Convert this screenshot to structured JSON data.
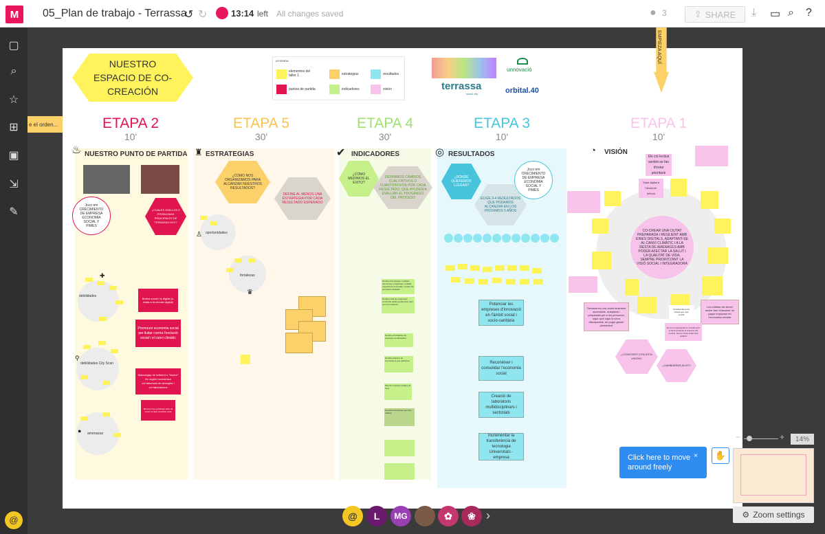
{
  "app": {
    "logo": "M",
    "board_title": "05_Plan de trabajo - Terrassa",
    "timer_time": "13:14",
    "timer_left": "left",
    "saved_status": "All changes saved",
    "users_count": "3",
    "share_label": "SHARE"
  },
  "board": {
    "title": "NUESTRO ESPACIO DE CO-CREACIÓN",
    "legend": {
      "title": "LEYENDA",
      "items": [
        "elementos del taller 1",
        "estrategias",
        "resultados",
        "puntos de partida",
        "indicadores",
        "visión"
      ]
    },
    "logos": {
      "terrassa": "terrassa",
      "terrassa_sub": "smart city",
      "unnovacio": "unnovació",
      "orbital": "orbital.40"
    },
    "arrow_label": "e el orden...",
    "empieza": "EMPIEZA AQUÍ",
    "stages": [
      {
        "name": "ETAPA 2",
        "time": "10'",
        "section": "NUESTRO PUNTO DE PARTIDA"
      },
      {
        "name": "ETAPA 5",
        "time": "30'",
        "section": "ESTRATEGIAS"
      },
      {
        "name": "ETAPA 4",
        "time": "30'",
        "section": "INDICADORES"
      },
      {
        "name": "ETAPA 3",
        "time": "10'",
        "section": "RESULTADOS"
      },
      {
        "name": "ETAPA 1",
        "time": "10'",
        "section": "VISIÓN"
      }
    ],
    "etapa2": {
      "circle_note": "Joco em CRECIMIENTO DE EMPRESA ECONOMÍA SOCIAL Y PIMES",
      "hex_question": "¿CUÁLES SON LOS 3 PROBLEMAS PRINCIPALES DE TERRASSA HOY?",
      "gear_labels": [
        "debilidades",
        "debilidades City Scan",
        "amenazas"
      ],
      "red_notes": [
        "Bretxa social i la digital (e-mails a la circular digital)",
        "Promoure economia social per lluitar contra l'exclusió social i el canvi climàtic",
        "Manca/gap de referent o \"tractor\" fer regió/r econòmica col·laboració de sinergies i col·laboracions",
        "Manca d'una estratègia clara de suport al teixit productiu local"
      ]
    },
    "etapa5": {
      "hex_question": "¿CÓMO NOS ORGANIZAMOS PARA ALCANZAR NUESTROS RESULTADOS?",
      "hex_define": "DEFINE AL MENOS UNA ESTRATEGIA POR CADA RESULTADO ESPERADO",
      "gear_labels": [
        "oportunidades",
        "fortalezas"
      ]
    },
    "etapa4": {
      "hex_question": "¿CÓMO MEDIMOS EL ÉXITO?",
      "hex_define": "DEFINIMOS CAMBIOS CUALITATIVOS O CUANTITATIVOS POR CADA RESULTADO, QUE AYUDEN A EVALUAR EL PROGRESO DEL PROCESO",
      "notes": [
        "Nombre d'empreses i entitats, formacions, programes, treballs, resposta en el període, nombre de processos avaluats",
        "Nombre total de programes construïts públic-privats tant nous com els existents",
        "Nombre d'iniciatives de projectes col·laboratius",
        "Nombre d'actors de l'ecosistema que participen",
        "Més de 3 accions al llarg de l'any",
        "Nombre d'empreses que han millorat"
      ]
    },
    "etapa3": {
      "hex_question": "¿DÓNDE QUEREMOS LLEGAR?",
      "circle_note": "Joco em CRECIMIENTO DE EMPRESA ECONOMÍA SOCIAL Y PIMES",
      "hex_elige": "ELIGE 3-4 RESULTADOS QUE PODAMOS ALCANZAR EN LOS PRÓXIMOS 5 AÑOS",
      "cards": [
        "Potenciar les empreses d'innovació en l'àmbit social i socio-sanitària",
        "Reconèixer i consolidar l'economia social",
        "Creació de laboratoris multidisciplinars i sectorials",
        "Incrementar la transferència de tecnologia Universitats - empresa"
      ]
    },
    "etapa1": {
      "center_text": "CO-CREAR UNA CIUTAT PREPARADA I RESILIENT AMB EINES DIGITALS, ADAPTANT-SE AL CANVI CLIMÀTIC I A LA RESTA DE AMENACES AMB PODER AFECTAR LA SALUT I LA QUALITAT DE VIDA, SEMPRE PRIORITZANT LA VISIÓ SOCIAL I INTEGRADORA",
      "notes": [
        "Els col·lectius sentint-se fan d'estar prioritaris",
        "Salut digital a l'abast de tothom",
        "Terrassa és una ciutat totalment accessible, adaptada i preparada per a les persones, sigui quin sigui la seva discapacitat, en pugui gaudir plenament",
        "Les entitats del tercer sector han d'assumir un paper important en l'economia circular",
        "El món empresarial es vinculat amb el teixit social de la reducció del residus, amb el d'una ciutat més resilient",
        "Terrassa lidera les ciutats que més recicla"
      ],
      "hex_questions": [
        "¿COINCIDES CON ESTA VISIÓN?",
        "¿CAMBIARÍAS ALGO?"
      ]
    }
  },
  "ui": {
    "tooltip": "Click here to move around freely",
    "tooltip_close": "×",
    "zoom_level": "14%",
    "zoom_minus": "−",
    "zoom_plus": "+",
    "zoom_settings": "Zoom settings",
    "avatars": [
      "L",
      "MG"
    ]
  },
  "colors": {
    "brand": "#e8175d",
    "yellow": "#fff35c",
    "red": "#e0144f",
    "orange": "#fdd16a",
    "green": "#c6f08a",
    "cyan": "#8fe6f0",
    "pink": "#f7c3ea",
    "tooltip_blue": "#2f8cf0"
  }
}
